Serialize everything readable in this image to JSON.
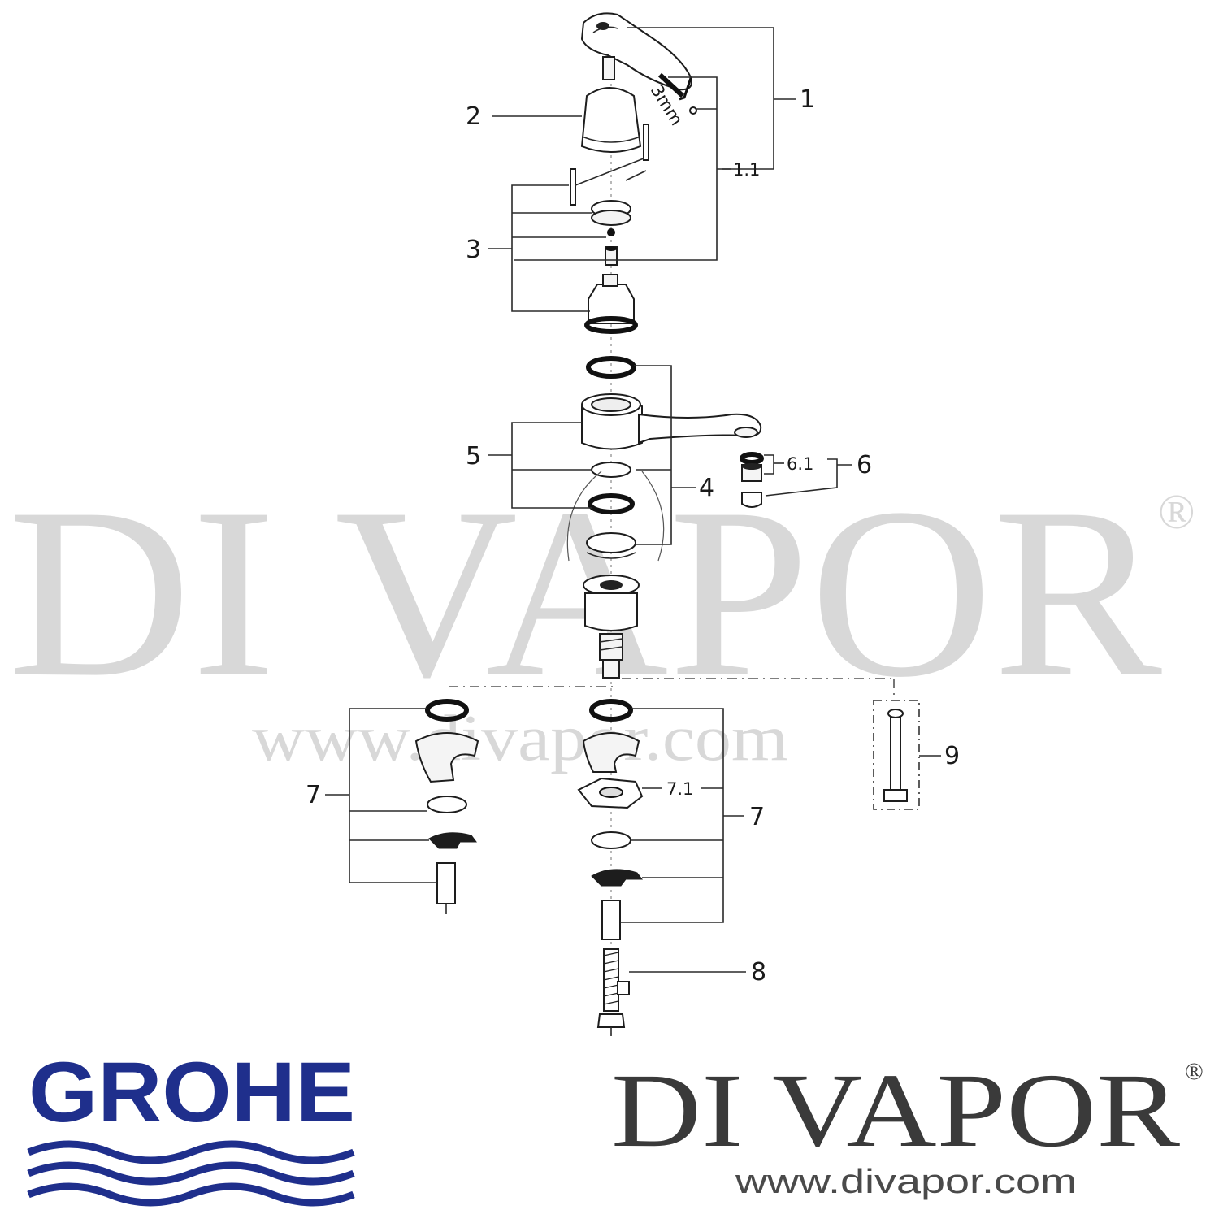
{
  "watermark": {
    "name": "DI VAPOR",
    "registered": "®",
    "url": "www.divapor.com"
  },
  "brand": {
    "name": "DI VAPOR",
    "registered": "®",
    "url": "www.divapor.com"
  },
  "logo": {
    "text": "GROHE",
    "color": "#1f2f8c"
  },
  "callouts": {
    "c1": "1",
    "c1_1": "1.1",
    "c2": "2",
    "c3": "3",
    "c4": "4",
    "c5": "5",
    "c6": "6",
    "c6_1": "6.1",
    "c7_left": "7",
    "c7_right": "7",
    "c7_1": "7.1",
    "c8": "8",
    "c9": "9",
    "tool_size": "3mm"
  }
}
